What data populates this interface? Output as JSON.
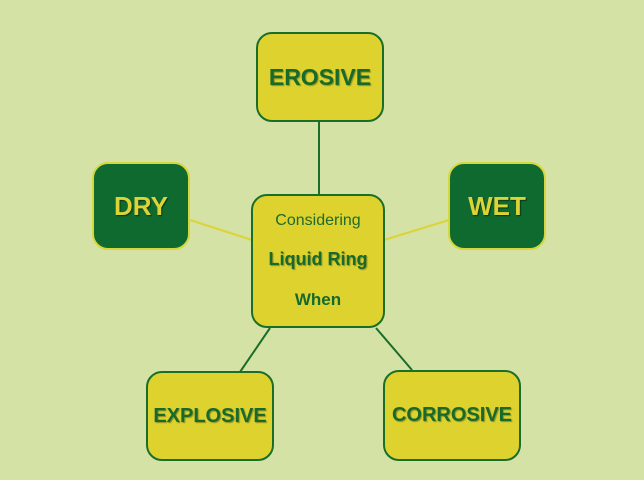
{
  "diagram": {
    "background": "#d4e2a5",
    "center": {
      "line1": "Considering",
      "line2": "Liquid Ring",
      "line3": "When"
    },
    "nodes": {
      "top": "EROSIVE",
      "left": "DRY",
      "right": "WET",
      "bottom_left": "EXPLOSIVE",
      "bottom_right": "CORROSIVE"
    },
    "colors": {
      "light_fill": "#ded22e",
      "dark_fill": "#0f6a30",
      "outline": "#1a6e2a",
      "accent": "#dcd436"
    }
  }
}
